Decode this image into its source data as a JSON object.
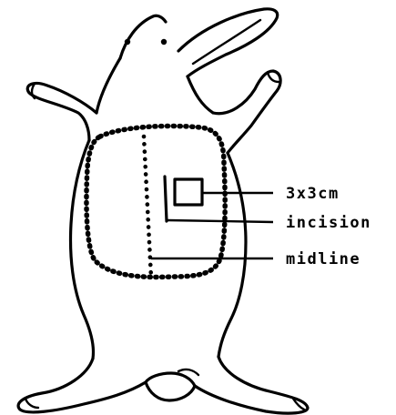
{
  "labels": {
    "area": "3x3cm",
    "incision": "incision",
    "midline": "midline"
  },
  "colors": {
    "ink": "#000000",
    "paper": "#ffffff"
  }
}
